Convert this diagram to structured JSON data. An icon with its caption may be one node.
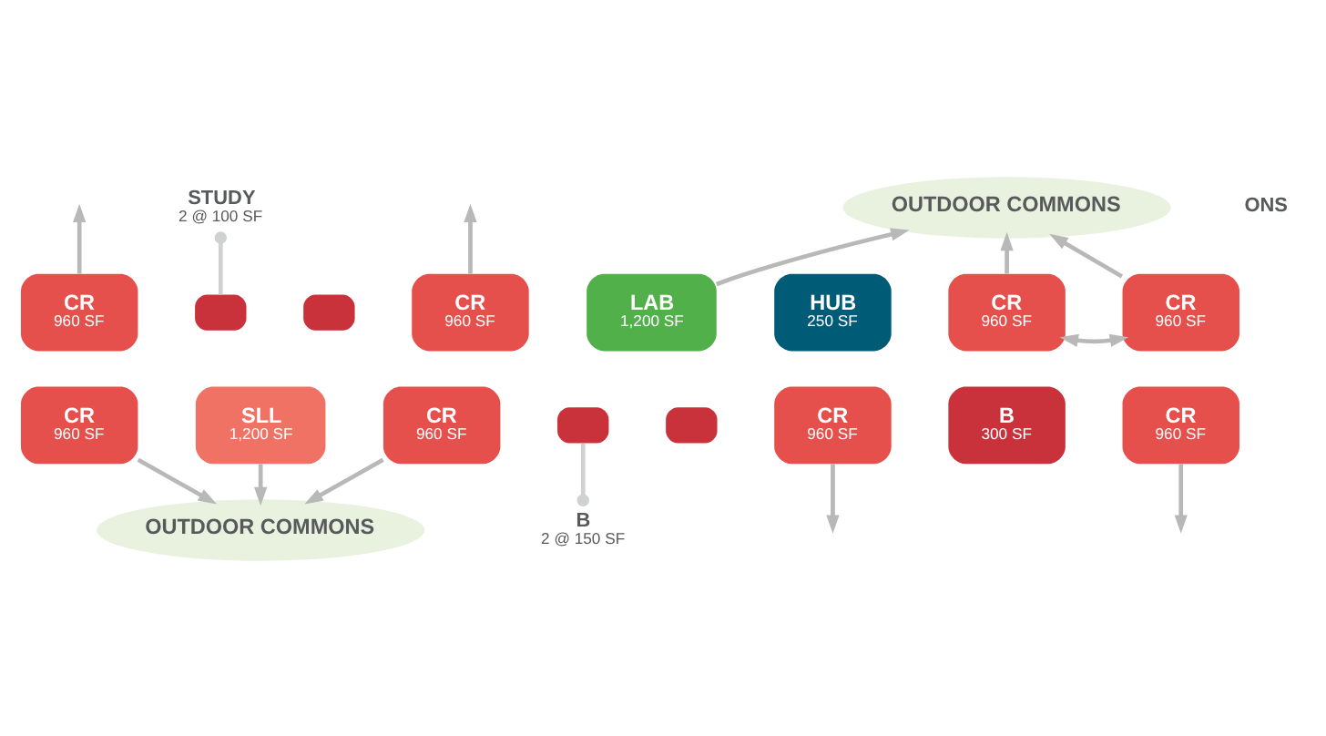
{
  "diagram": {
    "nodes": [
      {
        "text": [
          "OUTDOOR COMMONS"
        ]
      },
      {
        "text": [
          "CR",
          "960 SF"
        ]
      },
      {
        "text": [],
        "shape": "box"
      },
      {
        "text": [],
        "shape": "box"
      },
      {
        "text": [
          "CR",
          "960 SF"
        ]
      },
      {
        "text": [
          "LAB",
          "1,200 SF"
        ]
      },
      {
        "text": [
          "HUB",
          "250 SF"
        ]
      },
      {
        "text": [
          "CR",
          "960 SF"
        ]
      },
      {
        "text": [
          "CR",
          "960 SF"
        ]
      },
      {
        "text": [
          "CR",
          "960 SF"
        ]
      },
      {
        "text": [
          "SLL",
          "1,200 SF"
        ]
      },
      {
        "text": [
          "CR",
          "960 SF"
        ]
      },
      {
        "text": [],
        "shape": "box"
      },
      {
        "text": [],
        "shape": "box"
      },
      {
        "text": [
          "CR",
          "960 SF"
        ]
      },
      {
        "text": [
          "B",
          "300 SF"
        ]
      },
      {
        "text": [
          "CR",
          "960 SF"
        ]
      },
      {
        "text": [
          "OUTDOOR COMMONS"
        ]
      },
      {
        "text": [
          "STUDY",
          "2 @ 100 SF"
        ]
      },
      {
        "text": [
          "B",
          "2 @ 150 SF"
        ]
      }
    ],
    "edges": [
      {
        "from": 18,
        "to": 2,
        "arrow": "other"
      },
      {
        "from": 1,
        "to": null,
        "arrow": "to"
      },
      {
        "from": 4,
        "to": null,
        "arrow": "to"
      },
      {
        "from": 5,
        "to": 0,
        "arrow": "to"
      },
      {
        "from": 7,
        "to": 0,
        "arrow": "to"
      },
      {
        "from": 8,
        "to": 0,
        "arrow": "to"
      },
      {
        "from": 7,
        "to": 8,
        "arrow": "both"
      },
      {
        "from": 9,
        "to": 17,
        "arrow": "to"
      },
      {
        "from": 10,
        "to": 17,
        "arrow": "to"
      },
      {
        "from": 11,
        "to": 17,
        "arrow": "to"
      },
      {
        "from": 19,
        "to": 12,
        "arrow": "other"
      },
      {
        "from": 14,
        "to": null,
        "arrow": "to"
      },
      {
        "from": 16,
        "to": null,
        "arrow": "to"
      }
    ],
    "labels": [
      "ONS"
    ]
  }
}
